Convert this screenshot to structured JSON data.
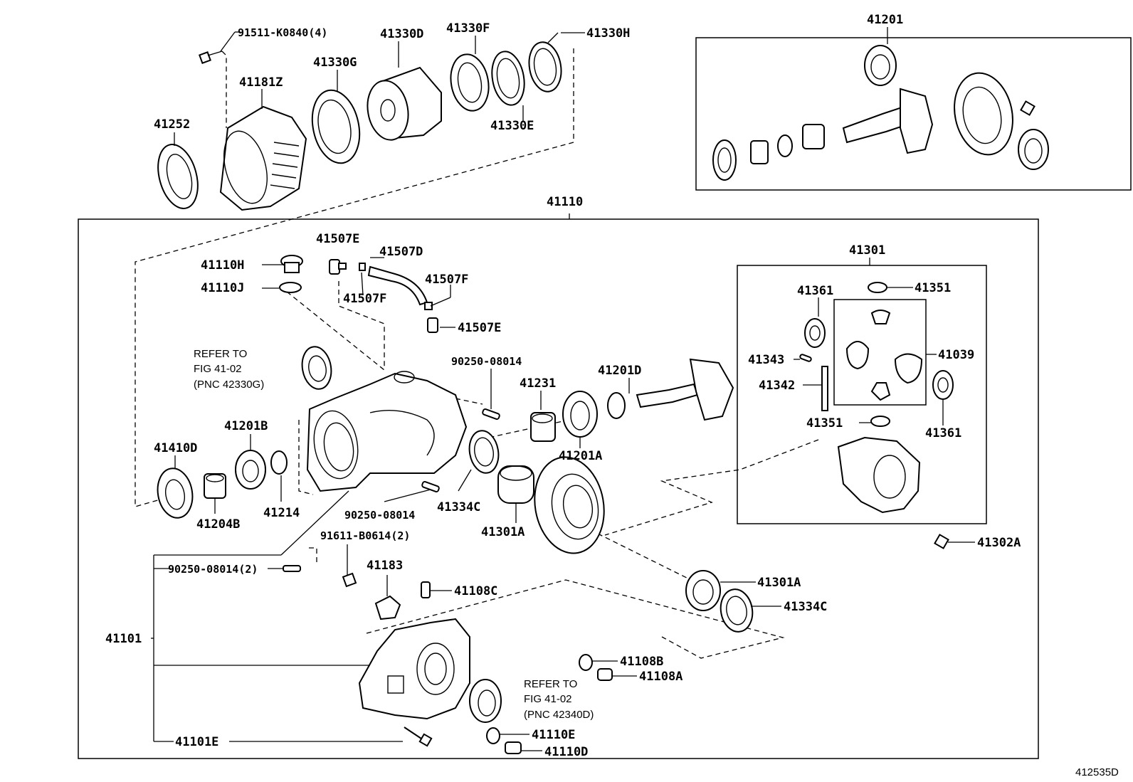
{
  "diagram": {
    "ref_code": "412535D",
    "labels": {
      "p91511": "91511-K0840(4)",
      "p41330D": "41330D",
      "p41330F": "41330F",
      "p41330H": "41330H",
      "p41330G": "41330G",
      "p41181Z": "41181Z",
      "p41252": "41252",
      "p41330E": "41330E",
      "p41201": "41201",
      "p41110": "41110",
      "p41507E_top": "41507E",
      "p41507D": "41507D",
      "p41110H": "41110H",
      "p41507F_right": "41507F",
      "p41110J": "41110J",
      "p41507F_left": "41507F",
      "p41507E_mid": "41507E",
      "p41301": "41301",
      "p41361_top": "41361",
      "p41351_top": "41351",
      "p41343": "41343",
      "p41039": "41039",
      "p41342": "41342",
      "p41351_bot": "41351",
      "p41361_bot": "41361",
      "p90250_a": "90250-08014",
      "p41201D": "41201D",
      "p41231": "41231",
      "p41201B": "41201B",
      "p41410D": "41410D",
      "p41201A": "41201A",
      "p41204B": "41204B",
      "p41214": "41214",
      "p90250_b": "90250-08014",
      "p41334C_top": "41334C",
      "p41301A_top": "41301A",
      "p91611": "91611-B0614(2)",
      "p41302A": "41302A",
      "p90250_c": "90250-08014(2)",
      "p41183": "41183",
      "p41108C": "41108C",
      "p41301A_bot": "41301A",
      "p41334C_bot": "41334C",
      "p41101": "41101",
      "p41108B": "41108B",
      "p41108A": "41108A",
      "p41110E": "41110E",
      "p41101E": "41101E",
      "p41110D": "41110D"
    },
    "refer_notes": [
      {
        "line1": "REFER TO",
        "line2": "FIG 41-02",
        "line3": "(PNC 42330G)"
      },
      {
        "line1": "REFER TO",
        "line2": "FIG 41-02",
        "line3": "(PNC 42340D)"
      }
    ]
  }
}
